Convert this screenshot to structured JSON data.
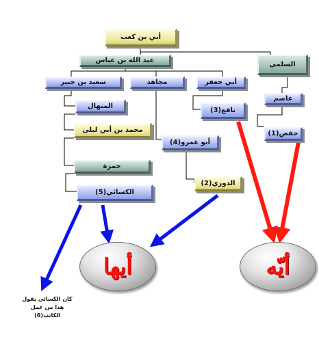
{
  "nodes": {
    "ubayy": "أبي بن كعب",
    "ibn_abbas": "عبد الله بن عباس",
    "sulami": "السلمي",
    "said": "سعيد بن جبير",
    "mujahid": "مجاهد",
    "abu_jafar": "أبي جعفر",
    "asim": "عاصم",
    "minhal": "المنهال",
    "nafi": "نافع(3)",
    "hafs": "حفص(1)",
    "ibn_abi_layla": "محمد بن أبي ليلى",
    "abu_amr": "أبو عمرو(4)",
    "hamza": "حمزة",
    "duri": "الدوري(2)",
    "kisai": "الكسائي(5)"
  },
  "bubbles": {
    "ayyuha": "أيها",
    "ayyuh": "أيّه"
  },
  "note": "كان الكسائي يقول هذا من عمل الكاتب(6)",
  "colors": {
    "tree_line": "#000000",
    "blue_arrow": "#0a14e6",
    "red_arrow": "#ff1a10",
    "bubble_text": "#ff1010"
  }
}
